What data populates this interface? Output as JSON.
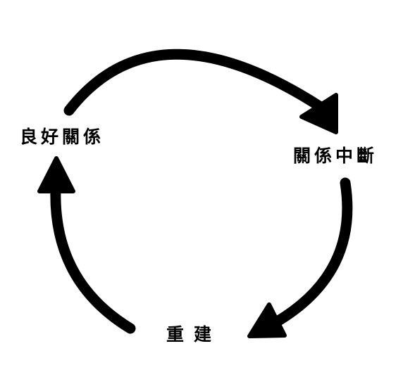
{
  "diagram": {
    "stages": [
      {
        "id": "good",
        "label": "良好關係"
      },
      {
        "id": "break",
        "label": "關係中斷"
      },
      {
        "id": "rebuild",
        "label": "重建"
      }
    ],
    "colors": {
      "arrow": "#000000",
      "text": "#000000",
      "background": "#ffffff"
    }
  }
}
